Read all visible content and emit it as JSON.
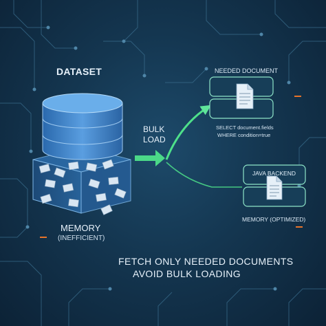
{
  "dataset": {
    "title": "DATASET"
  },
  "bulk_load": {
    "line1": "BULK",
    "line2": "LOAD"
  },
  "memory": {
    "label": "MEMORY",
    "note": "(INEFFICIENT)"
  },
  "needed_document": {
    "label": "NEEDED DOCUMENT"
  },
  "query": {
    "line1": "SELECT document.fields",
    "line2": "WHERE condition=true"
  },
  "java_backend": {
    "label": "JAVA BACKEND"
  },
  "memory_optimized": {
    "label": "MEMORY (OPTIMIZED)"
  },
  "slogan": {
    "line1": "FETCH ONLY NEEDED DOCUMENTS",
    "line2": "AVOID BULK LOADING"
  },
  "colors": {
    "accent_green": "#4ee08a",
    "accent_orange": "#e8742a",
    "db_blue": "#3f86d1",
    "panel_line": "#8fe6c8"
  }
}
